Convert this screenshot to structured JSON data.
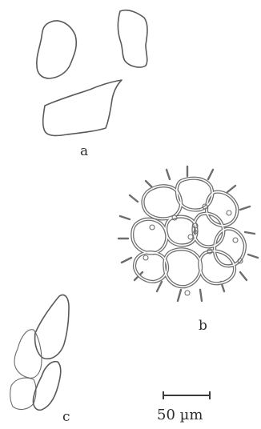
{
  "panels": {
    "a": {
      "label": "a"
    },
    "b": {
      "label": "b"
    },
    "c": {
      "label": "c"
    }
  },
  "scale_bar": {
    "label": "50 µm"
  }
}
